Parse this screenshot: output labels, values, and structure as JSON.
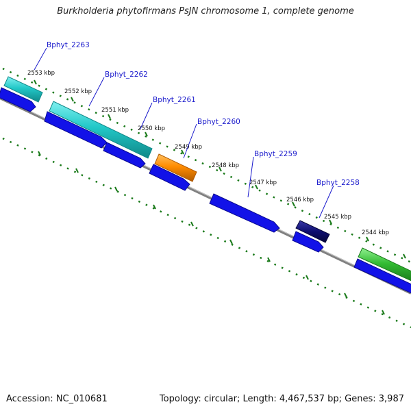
{
  "title": "Burkholderia phytofirmans PsJN chromosome 1, complete genome",
  "footer": {
    "accession": "Accession: NC_010681",
    "summary": "Topology: circular; Length: 4,467,537 bp; Genes: 3,987"
  },
  "colors": {
    "gene_blue": "#1212e8",
    "cyan": "#22c8c8",
    "orange": "#ff8c00",
    "navy": "#0e0e70",
    "green": "#33bb33",
    "backbone": "#808080",
    "tick": "#1a7a1a",
    "label": "#1a1acc"
  },
  "scale_labels": [
    "2553 kbp",
    "2552 kbp",
    "2551 kbp",
    "2550 kbp",
    "2549 kbp",
    "2548 kbp",
    "2547 kbp",
    "2546 kbp",
    "2545 kbp",
    "2544 kbp"
  ],
  "gene_labels": [
    "Bphyt_2263",
    "Bphyt_2262",
    "Bphyt_2261",
    "Bphyt_2260",
    "Bphyt_2259",
    "Bphyt_2258"
  ]
}
